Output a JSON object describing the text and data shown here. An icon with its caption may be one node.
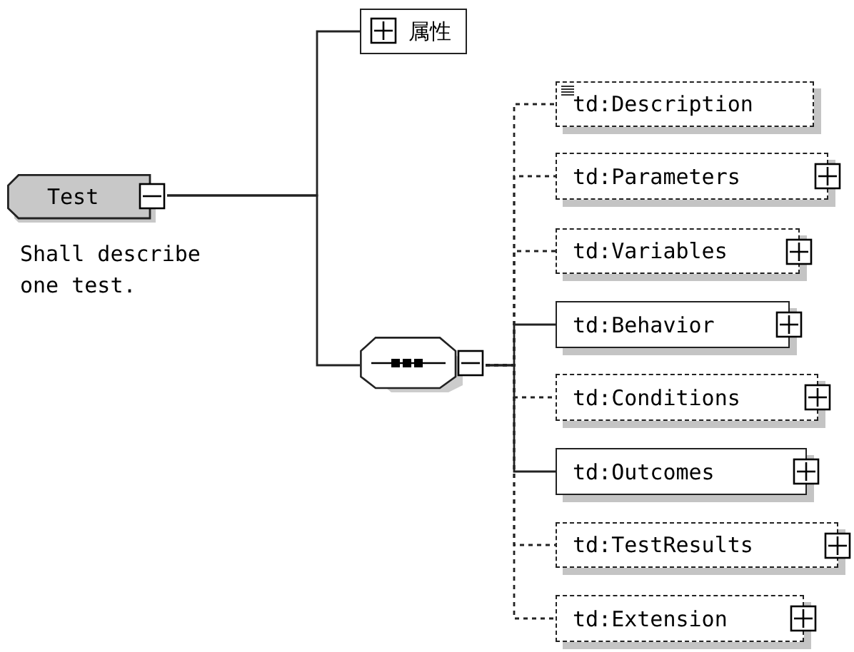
{
  "diagram": {
    "nodes": [
      {
        "text": [
          "Test"
        ],
        "beside": [
          "Shall describe one test."
        ]
      },
      {
        "text": [
          "属性"
        ]
      },
      {
        "text": [],
        "shape": "octagon"
      },
      {
        "text": [
          "td:Description"
        ]
      },
      {
        "text": [
          "td:Parameters"
        ]
      },
      {
        "text": [
          "td:Variables"
        ]
      },
      {
        "text": [
          "td:Behavior"
        ]
      },
      {
        "text": [
          "td:Conditions"
        ]
      },
      {
        "text": [
          "td:Outcomes"
        ]
      },
      {
        "text": [
          "td:TestResults"
        ]
      },
      {
        "text": [
          "td:Extension"
        ]
      }
    ],
    "edges": [
      {
        "from": 0,
        "to": 1,
        "arrow": "none"
      },
      {
        "from": 0,
        "to": 2,
        "arrow": "none"
      },
      {
        "from": 2,
        "to": 3,
        "arrow": "none",
        "style": "dashed"
      },
      {
        "from": 2,
        "to": 4,
        "arrow": "none",
        "style": "dashed"
      },
      {
        "from": 2,
        "to": 5,
        "arrow": "none",
        "style": "dashed"
      },
      {
        "from": 2,
        "to": 6,
        "arrow": "none"
      },
      {
        "from": 2,
        "to": 7,
        "arrow": "none",
        "style": "dashed"
      },
      {
        "from": 2,
        "to": 8,
        "arrow": "none"
      },
      {
        "from": 2,
        "to": 9,
        "arrow": "none",
        "style": "dashed"
      },
      {
        "from": 2,
        "to": 10,
        "arrow": "none",
        "style": "dashed"
      }
    ]
  }
}
